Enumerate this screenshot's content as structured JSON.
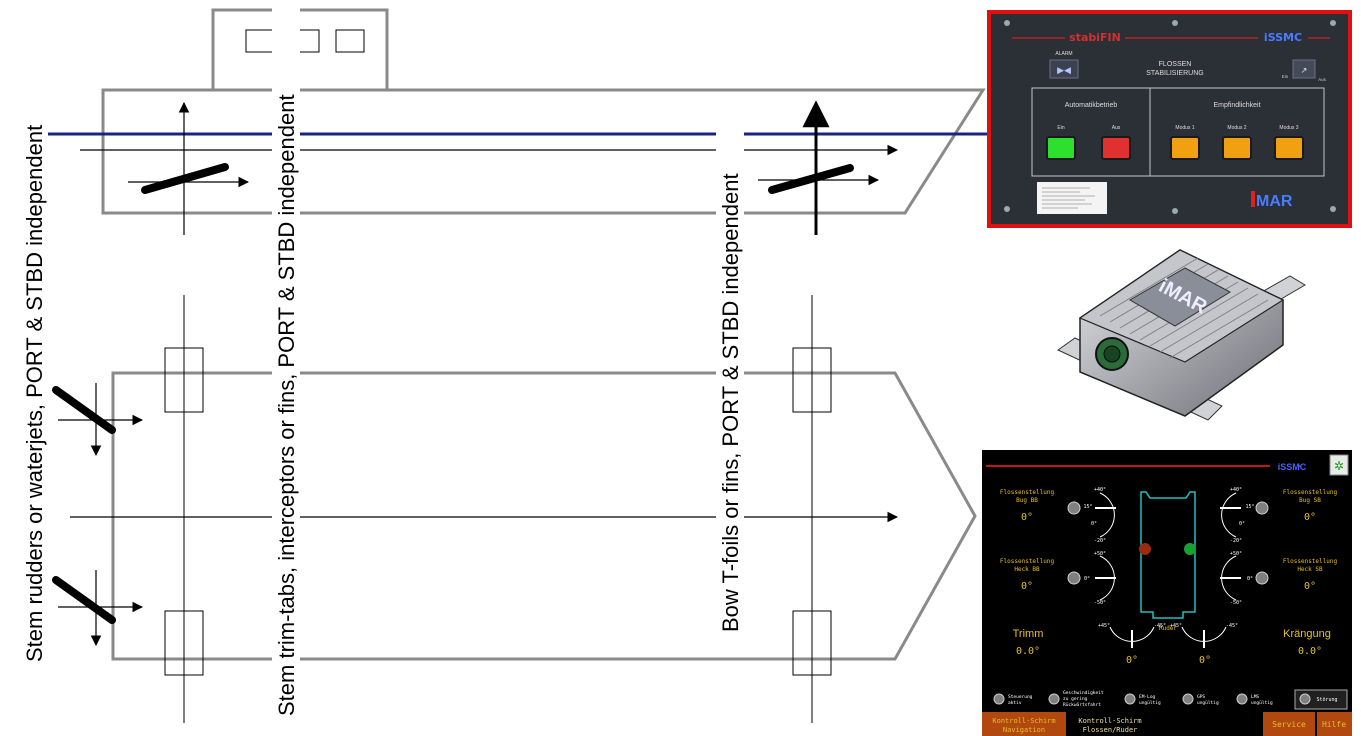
{
  "labels": {
    "stem_rudders": "Stem rudders or waterjets, PORT & STBD independent",
    "stem_trimtabs": "Stem trim-tabs, interceptors or fins, PORT & STBD independent",
    "bow_tfoils": "Bow T-foils or fins, PORT & STBD independent"
  },
  "control_panel": {
    "brand_left": "stabiFIN",
    "brand_right": "iSSMC",
    "alarm_label": "ALARM",
    "title_line1": "FLOSSEN",
    "title_line2": "STABILISIERUNG",
    "switch_left": "Ein",
    "switch_right": "Aus",
    "auto_title": "Automatikbetrieb",
    "auto_on": "Ein",
    "auto_off": "Aus",
    "sens_title": "Empfindlichkeit",
    "modes": [
      "Modus 1",
      "Modus 2",
      "Modus 3"
    ],
    "logo": "iMAR",
    "colors": {
      "frame": "#e01010",
      "panel": "#2b2f36",
      "green": "#2ee02e",
      "red": "#e03030",
      "amber": "#f0a010"
    }
  },
  "imu_box": {
    "logo": "iMAR"
  },
  "screen": {
    "brand": "iSSMC",
    "bug_bb": [
      "Flossenstellung",
      "Bug BB"
    ],
    "bug_sb": [
      "Flossenstellung",
      "Bug SB"
    ],
    "heck_bb": [
      "Flossenstellung",
      "Heck BB"
    ],
    "heck_sb": [
      "Flossenstellung",
      "Heck SB"
    ],
    "val_bug_bb": "0°",
    "val_bug_sb": "0°",
    "val_heck_bb": "0°",
    "val_heck_sb": "0°",
    "gauge_top_left": [
      "+40°",
      "15°",
      "0°",
      "-20°"
    ],
    "gauge_top_right": [
      "+40°",
      "15°",
      "0°",
      "-20°"
    ],
    "gauge_mid_left": [
      "+50°",
      "0°",
      "-50°"
    ],
    "gauge_mid_right": [
      "+50°",
      "0°",
      "-50°"
    ],
    "ruder_label": "Ruder",
    "rudder_scale": [
      "+45°",
      "-45°",
      "+45°",
      "-45°"
    ],
    "rudder_val_left": "0°",
    "rudder_val_right": "0°",
    "trimm_label": "Trimm",
    "trimm_value": "0.0°",
    "kraengung_label": "Krängung",
    "kraengung_value": "0.0°",
    "status": [
      {
        "l1": "Steuerung",
        "l2": "aktiv"
      },
      {
        "l1": "Geschwindigkeit",
        "l2": "zu gering",
        "l3": "Rückwärtsfahrt"
      },
      {
        "l1": "EM-Log",
        "l2": "ungültig"
      },
      {
        "l1": "GPS",
        "l2": "ungültig"
      },
      {
        "l1": "LMS",
        "l2": "ungültig"
      }
    ],
    "stoerung": "Störung",
    "tab_nav_1": "Kontroll-Schirm",
    "tab_nav_2": "Navigation",
    "tab_fin_1": "Kontroll-Schirm",
    "tab_fin_2": "Flossen/Ruder",
    "service": "Service",
    "hilfe": "Hilfe",
    "colors": {
      "bg": "#000000",
      "text": "#e8c020",
      "accent": "#ff2020",
      "hull": "#20c0c0",
      "tab": "#b04810"
    }
  }
}
